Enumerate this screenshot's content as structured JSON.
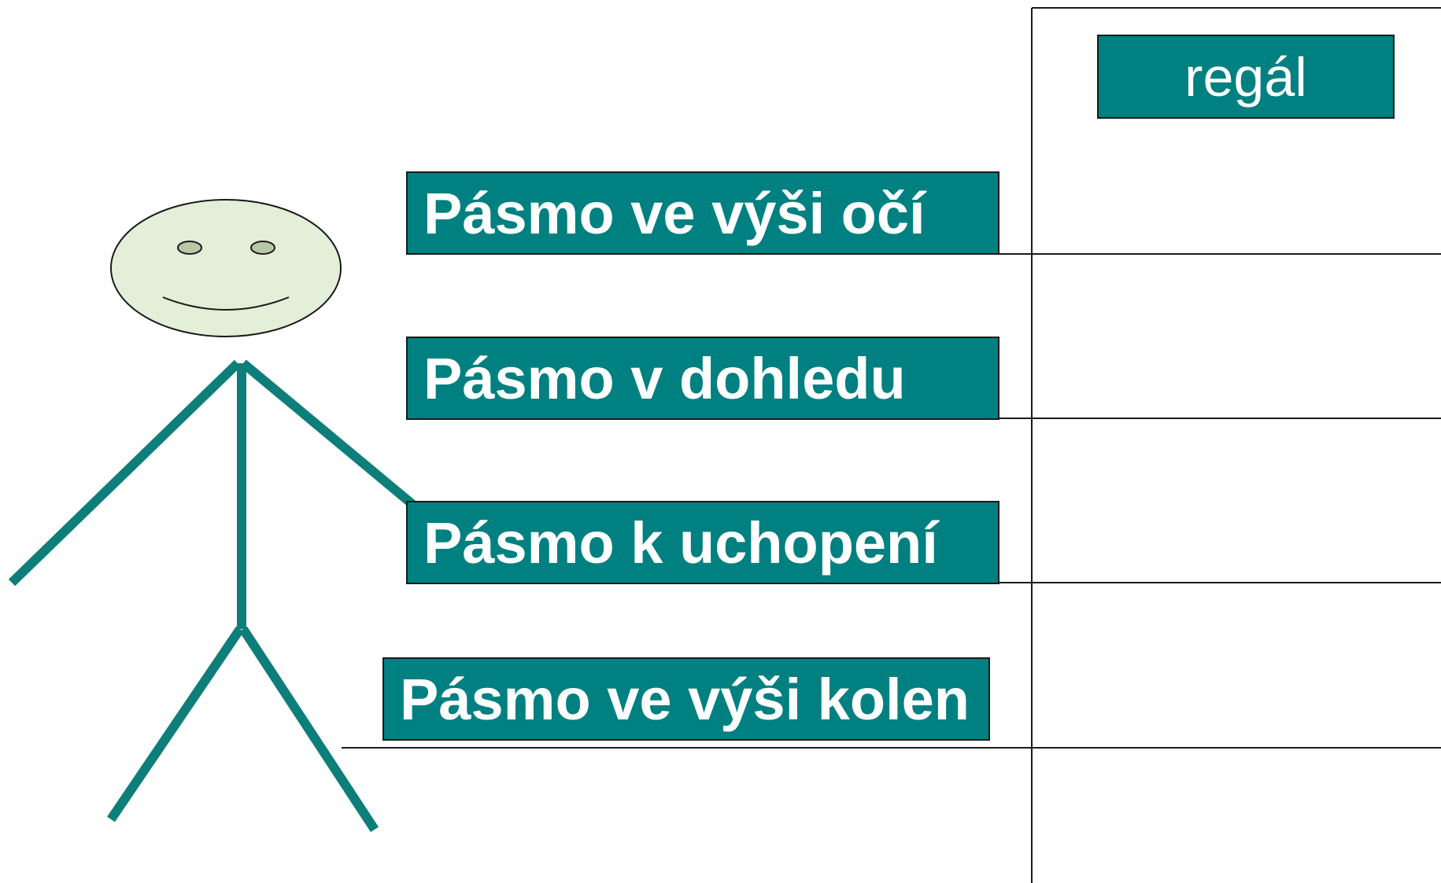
{
  "shelf": {
    "title": "regál"
  },
  "zones": [
    {
      "label": "Pásmo ve výši očí"
    },
    {
      "label": "Pásmo v dohledu"
    },
    {
      "label": "Pásmo k uchopení"
    },
    {
      "label": "Pásmo ve výši kolen"
    }
  ],
  "colors": {
    "box_fill": "#008080",
    "figure_stroke": "#0e7e7a",
    "face_fill": "#e3efd8",
    "eye_fill": "#b7c8a6",
    "line": "#1a1a1a",
    "text": "#ffffff"
  },
  "icons": {
    "figure": "stick-figure-icon"
  }
}
